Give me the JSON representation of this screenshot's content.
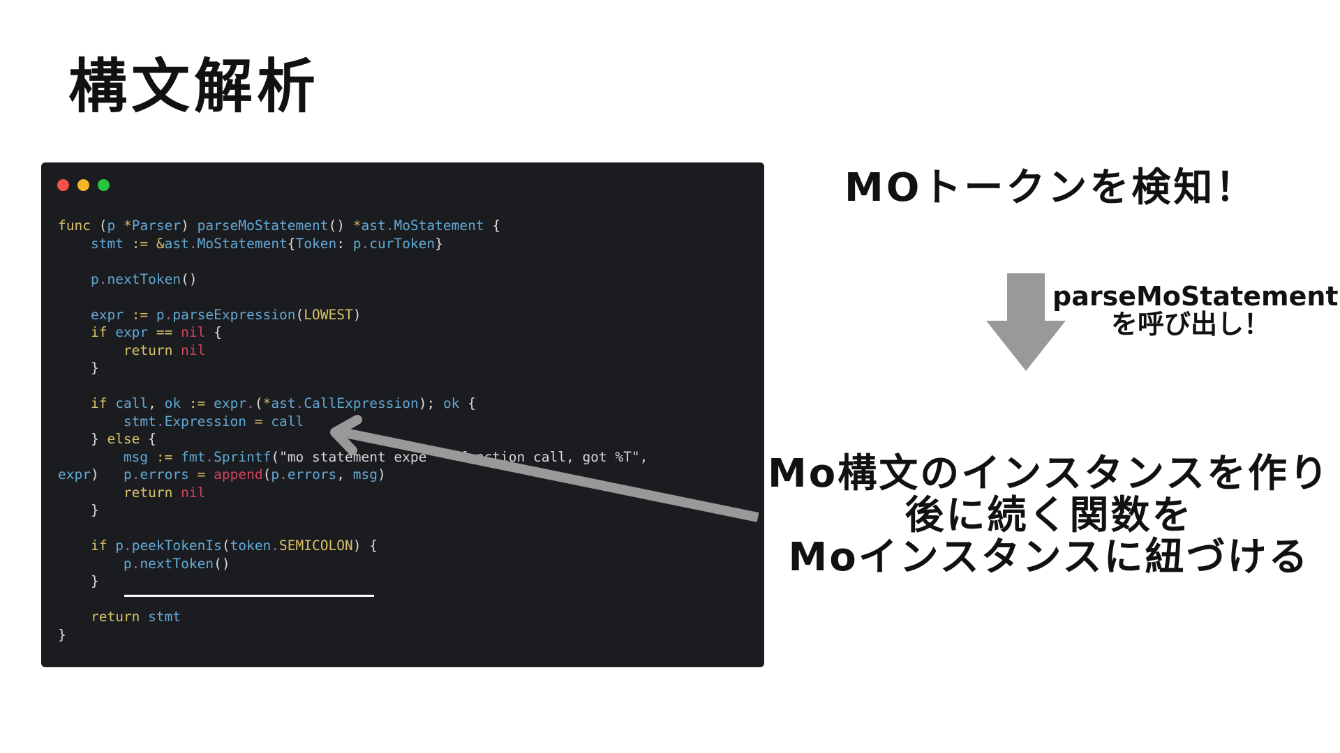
{
  "slide": {
    "title": "構文解析",
    "detect_text": "MOトークンを検知！",
    "call_text": [
      "parseMoStatement()",
      "を呼び出し！"
    ],
    "caption_lines": [
      "Mo構文のインスタンスを作り",
      "後に続く関数を",
      "Moインスタンスに紐づける"
    ]
  },
  "window": {
    "dots": [
      {
        "name": "close-dot",
        "color": "#f4524d"
      },
      {
        "name": "minimize-dot",
        "color": "#f5b627"
      },
      {
        "name": "maximize-dot",
        "color": "#28c43f"
      }
    ],
    "background": "#1b1c1f"
  },
  "colors": {
    "kw": "#d8c26a",
    "id": "#62a9d6",
    "pl": "#dcdcdc",
    "dot": "#9a6aa8",
    "nil": "#d2435b",
    "str": "#d8d8d8",
    "arrow": "#999999"
  },
  "code_lines": [
    [
      [
        "kw",
        "func"
      ],
      [
        "pl",
        " ("
      ],
      [
        "id",
        "p"
      ],
      [
        "pl",
        " "
      ],
      [
        "kw",
        "*"
      ],
      [
        "id",
        "Parser"
      ],
      [
        "pl",
        ") "
      ],
      [
        "id",
        "parseMoStatement"
      ],
      [
        "pl",
        "() "
      ],
      [
        "kw",
        "*"
      ],
      [
        "id",
        "ast"
      ],
      [
        "dot",
        "."
      ],
      [
        "id",
        "MoStatement"
      ],
      [
        "pl",
        " {"
      ]
    ],
    [
      [
        "pl",
        "    "
      ],
      [
        "id",
        "stmt"
      ],
      [
        "pl",
        " "
      ],
      [
        "kw",
        ":="
      ],
      [
        "pl",
        " "
      ],
      [
        "kw",
        "&"
      ],
      [
        "id",
        "ast"
      ],
      [
        "dot",
        "."
      ],
      [
        "id",
        "MoStatement"
      ],
      [
        "pl",
        "{"
      ],
      [
        "id",
        "Token"
      ],
      [
        "pl",
        ": "
      ],
      [
        "id",
        "p"
      ],
      [
        "dot",
        "."
      ],
      [
        "id",
        "curToken"
      ],
      [
        "pl",
        "}"
      ]
    ],
    [],
    [
      [
        "pl",
        "    "
      ],
      [
        "id",
        "p"
      ],
      [
        "dot",
        "."
      ],
      [
        "id",
        "nextToken"
      ],
      [
        "pl",
        "()"
      ]
    ],
    [],
    [
      [
        "pl",
        "    "
      ],
      [
        "id",
        "expr"
      ],
      [
        "pl",
        " "
      ],
      [
        "kw",
        ":="
      ],
      [
        "pl",
        " "
      ],
      [
        "id",
        "p"
      ],
      [
        "dot",
        "."
      ],
      [
        "id",
        "parseExpression"
      ],
      [
        "pl",
        "("
      ],
      [
        "kw",
        "LOWEST"
      ],
      [
        "pl",
        ")"
      ]
    ],
    [
      [
        "pl",
        "    "
      ],
      [
        "kw",
        "if"
      ],
      [
        "pl",
        " "
      ],
      [
        "id",
        "expr"
      ],
      [
        "pl",
        " "
      ],
      [
        "kw",
        "=="
      ],
      [
        "pl",
        " "
      ],
      [
        "nil",
        "nil"
      ],
      [
        "pl",
        " {"
      ]
    ],
    [
      [
        "pl",
        "        "
      ],
      [
        "kw",
        "return"
      ],
      [
        "pl",
        " "
      ],
      [
        "nil",
        "nil"
      ]
    ],
    [
      [
        "pl",
        "    }"
      ]
    ],
    [],
    [
      [
        "pl",
        "    "
      ],
      [
        "kw",
        "if"
      ],
      [
        "pl",
        " "
      ],
      [
        "id",
        "call"
      ],
      [
        "pl",
        ", "
      ],
      [
        "id",
        "ok"
      ],
      [
        "pl",
        " "
      ],
      [
        "kw",
        ":="
      ],
      [
        "pl",
        " "
      ],
      [
        "id",
        "expr"
      ],
      [
        "dot",
        "."
      ],
      [
        "pl",
        "("
      ],
      [
        "kw",
        "*"
      ],
      [
        "id",
        "ast"
      ],
      [
        "dot",
        "."
      ],
      [
        "id",
        "CallExpression"
      ],
      [
        "pl",
        "); "
      ],
      [
        "id",
        "ok"
      ],
      [
        "pl",
        " {"
      ]
    ],
    [
      [
        "pl",
        "        "
      ],
      [
        "id",
        "stmt"
      ],
      [
        "dot",
        "."
      ],
      [
        "id",
        "Expression"
      ],
      [
        "pl",
        " "
      ],
      [
        "kw",
        "="
      ],
      [
        "pl",
        " "
      ],
      [
        "id",
        "call"
      ]
    ],
    [
      [
        "pl",
        "    } "
      ],
      [
        "kw",
        "else"
      ],
      [
        "pl",
        " {"
      ]
    ],
    [
      [
        "pl",
        "        "
      ],
      [
        "id",
        "msg"
      ],
      [
        "pl",
        " "
      ],
      [
        "kw",
        ":="
      ],
      [
        "pl",
        " "
      ],
      [
        "id",
        "fmt"
      ],
      [
        "dot",
        "."
      ],
      [
        "id",
        "Sprintf"
      ],
      [
        "pl",
        "("
      ],
      [
        "str",
        "\"mo statement expe    function call, got %T\""
      ],
      [
        "pl",
        ","
      ]
    ],
    [
      [
        "id",
        "expr"
      ],
      [
        "pl",
        ")   "
      ],
      [
        "id",
        "p"
      ],
      [
        "dot",
        "."
      ],
      [
        "id",
        "errors"
      ],
      [
        "pl",
        " "
      ],
      [
        "kw",
        "="
      ],
      [
        "pl",
        " "
      ],
      [
        "nil",
        "append"
      ],
      [
        "pl",
        "("
      ],
      [
        "id",
        "p"
      ],
      [
        "dot",
        "."
      ],
      [
        "id",
        "errors"
      ],
      [
        "pl",
        ", "
      ],
      [
        "id",
        "msg"
      ],
      [
        "pl",
        ")"
      ]
    ],
    [
      [
        "pl",
        "        "
      ],
      [
        "kw",
        "return"
      ],
      [
        "pl",
        " "
      ],
      [
        "nil",
        "nil"
      ]
    ],
    [
      [
        "pl",
        "    }"
      ]
    ],
    [],
    [
      [
        "pl",
        "    "
      ],
      [
        "kw",
        "if"
      ],
      [
        "pl",
        " "
      ],
      [
        "id",
        "p"
      ],
      [
        "dot",
        "."
      ],
      [
        "id",
        "peekTokenIs"
      ],
      [
        "pl",
        "("
      ],
      [
        "id",
        "token"
      ],
      [
        "dot",
        "."
      ],
      [
        "kw",
        "SEMICOLON"
      ],
      [
        "pl",
        ") {"
      ]
    ],
    [
      [
        "pl",
        "        "
      ],
      [
        "id",
        "p"
      ],
      [
        "dot",
        "."
      ],
      [
        "id",
        "nextToken"
      ],
      [
        "pl",
        "()"
      ]
    ],
    [
      [
        "pl",
        "    }"
      ]
    ],
    [],
    [
      [
        "pl",
        "    "
      ],
      [
        "kw",
        "return"
      ],
      [
        "pl",
        " "
      ],
      [
        "id",
        "stmt"
      ]
    ],
    [
      [
        "pl",
        "}"
      ]
    ]
  ]
}
